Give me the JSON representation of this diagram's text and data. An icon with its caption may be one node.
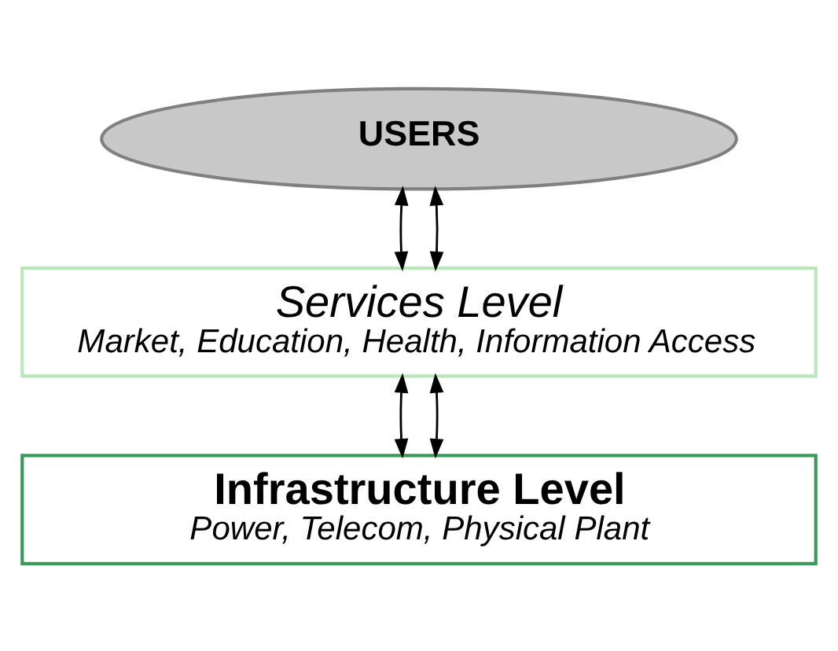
{
  "diagram": {
    "nodes": [
      {
        "text": [
          "USERS"
        ]
      },
      {
        "text": [
          "Services Level",
          "Market, Education, Health, Information Access"
        ]
      },
      {
        "text": [
          "Infrastructure Level",
          "Power, Telecom, Physical Plant"
        ]
      }
    ],
    "edges": [
      {
        "from": 0,
        "to": 1,
        "arrow": "both"
      },
      {
        "from": 0,
        "to": 1,
        "arrow": "both"
      },
      {
        "from": 1,
        "to": 2,
        "arrow": "both"
      },
      {
        "from": 1,
        "to": 2,
        "arrow": "both"
      }
    ]
  }
}
